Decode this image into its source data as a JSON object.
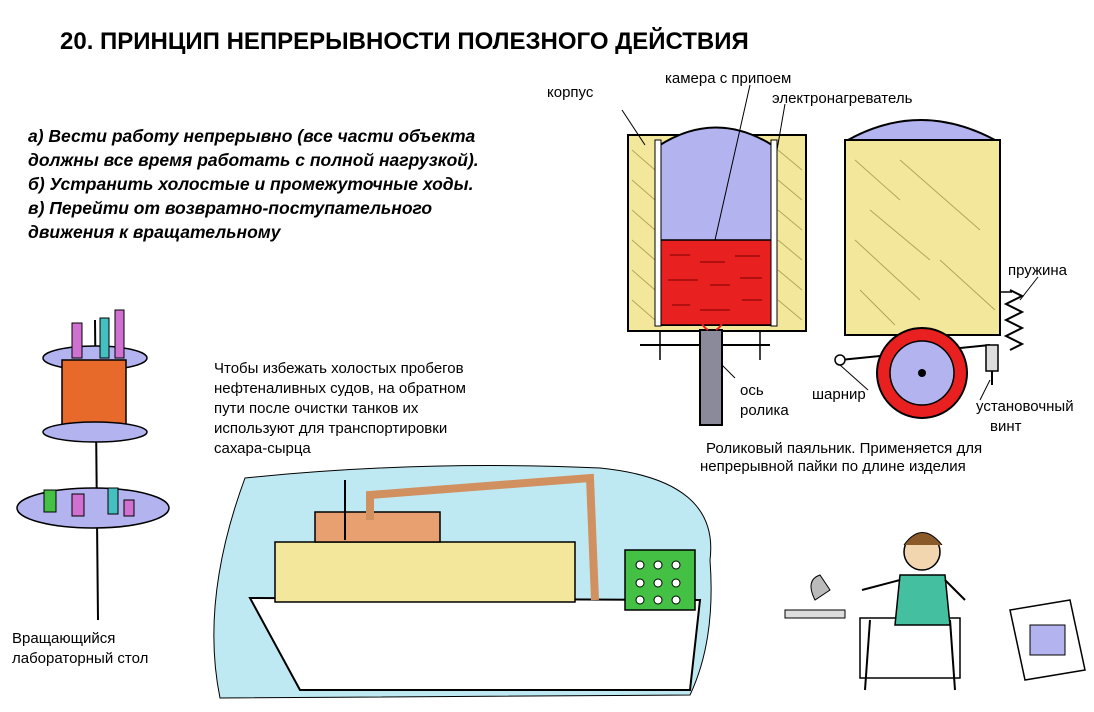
{
  "title": "20. ПРИНЦИП НЕПРЕРЫВНОСТИ ПОЛЕЗНОГО ДЕЙСТВИЯ",
  "principles": [
    "а) Вести работу непрерывно (все части объекта",
    "должны все время работать с полной нагрузкой).",
    "б) Устранить холостые и промежуточные ходы.",
    "в) Перейти от возвратно-поступательного",
    "движения к вращательному"
  ],
  "soldering_iron": {
    "labels": {
      "body": "корпус",
      "solder_chamber": "камера с припоем",
      "heater": "электронагреватель",
      "spring": "пружина",
      "roller_axis_1": "ось",
      "roller_axis_2": "ролика",
      "hinge": "шарнир",
      "screw_1": "установочный",
      "screw_2": "винт"
    },
    "caption": [
      "Роликовый паяльник. Применяется для",
      "непрерывной пайки по длине изделия"
    ]
  },
  "tanker": {
    "caption": [
      "Чтобы избежать холостых пробегов",
      "нефтеналивных судов, на обратном",
      "пути после очистки танков их",
      "используют для транспортировки",
      "сахара-сырца"
    ]
  },
  "lab_table": {
    "caption": [
      "Вращающийся",
      "лабораторный стол"
    ]
  },
  "colors": {
    "body_fill": "#f2e79a",
    "chamber_fill": "#b3b3f0",
    "solder_fill": "#e82020",
    "sea_fill": "#bfe9f2",
    "green_bldg": "#44c044",
    "pipe": "#d09060"
  }
}
